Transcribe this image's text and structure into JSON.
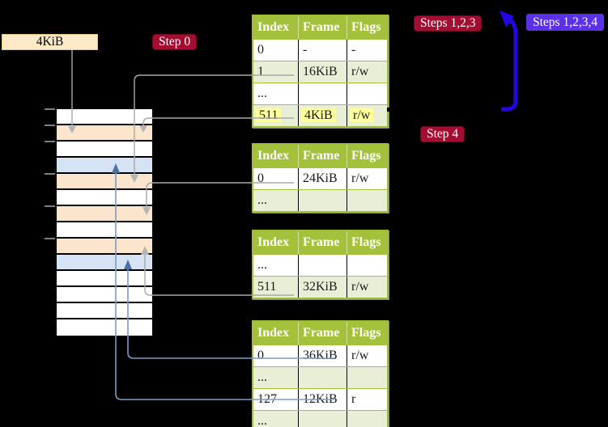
{
  "labels": {
    "page_size": "4KiB",
    "step0": "Step 0",
    "steps_123": "Steps 1,2,3",
    "steps_1234": "Steps 1,2,3,4",
    "step4": "Step 4"
  },
  "memory_strip": {
    "row_fills": [
      "white",
      "peach",
      "white",
      "blue",
      "peach",
      "white",
      "peach",
      "white",
      "peach",
      "blue",
      "white",
      "white",
      "white",
      "white"
    ]
  },
  "page_tables": [
    {
      "name": "page-table-1",
      "headers": [
        "Index",
        "Frame",
        "Flags"
      ],
      "rows": [
        {
          "index": "0",
          "frame": "-",
          "flags": "-",
          "shaded": false,
          "highlighted": false
        },
        {
          "index": "1",
          "frame": "16KiB",
          "flags": "r/w",
          "shaded": true,
          "highlighted": false
        },
        {
          "index": "...",
          "frame": "",
          "flags": "",
          "shaded": false,
          "highlighted": false
        },
        {
          "index": "511",
          "frame": "4KiB",
          "flags": "r/w",
          "shaded": true,
          "highlighted": true
        }
      ]
    },
    {
      "name": "page-table-2",
      "headers": [
        "Index",
        "Frame",
        "Flags"
      ],
      "rows": [
        {
          "index": "0",
          "frame": "24KiB",
          "flags": "r/w",
          "shaded": false,
          "highlighted": false
        },
        {
          "index": "...",
          "frame": "",
          "flags": "",
          "shaded": true,
          "highlighted": false
        }
      ]
    },
    {
      "name": "page-table-3",
      "headers": [
        "Index",
        "Frame",
        "Flags"
      ],
      "rows": [
        {
          "index": "...",
          "frame": "",
          "flags": "",
          "shaded": false,
          "highlighted": false
        },
        {
          "index": "511",
          "frame": "32KiB",
          "flags": "r/w",
          "shaded": true,
          "highlighted": false
        }
      ]
    },
    {
      "name": "page-table-4",
      "headers": [
        "Index",
        "Frame",
        "Flags"
      ],
      "rows": [
        {
          "index": "0",
          "frame": "36KiB",
          "flags": "r/w",
          "shaded": false,
          "highlighted": false
        },
        {
          "index": "...",
          "frame": "",
          "flags": "",
          "shaded": true,
          "highlighted": false
        },
        {
          "index": "127",
          "frame": "12KiB",
          "flags": "r",
          "shaded": false,
          "highlighted": false
        },
        {
          "index": "...",
          "frame": "",
          "flags": "",
          "shaded": true,
          "highlighted": false
        }
      ]
    }
  ],
  "colors": {
    "background": "#000000",
    "table_header_green": "#a3c13b",
    "table_row_green": "#e9efd6",
    "highlight_yellow": "#ffff9e",
    "memory_white": "#ffffff",
    "memory_peach": "#fce5cd",
    "memory_blue": "#d5e3f5",
    "step_badge_red": "#a30d31",
    "steps_badge_blue": "#5a30e8",
    "big_arrow_blue": "#2306e0",
    "connector_grey": "#a8a8a8",
    "connector_blue": "#7d9cc6",
    "label_beige": "#fbe9c7"
  }
}
